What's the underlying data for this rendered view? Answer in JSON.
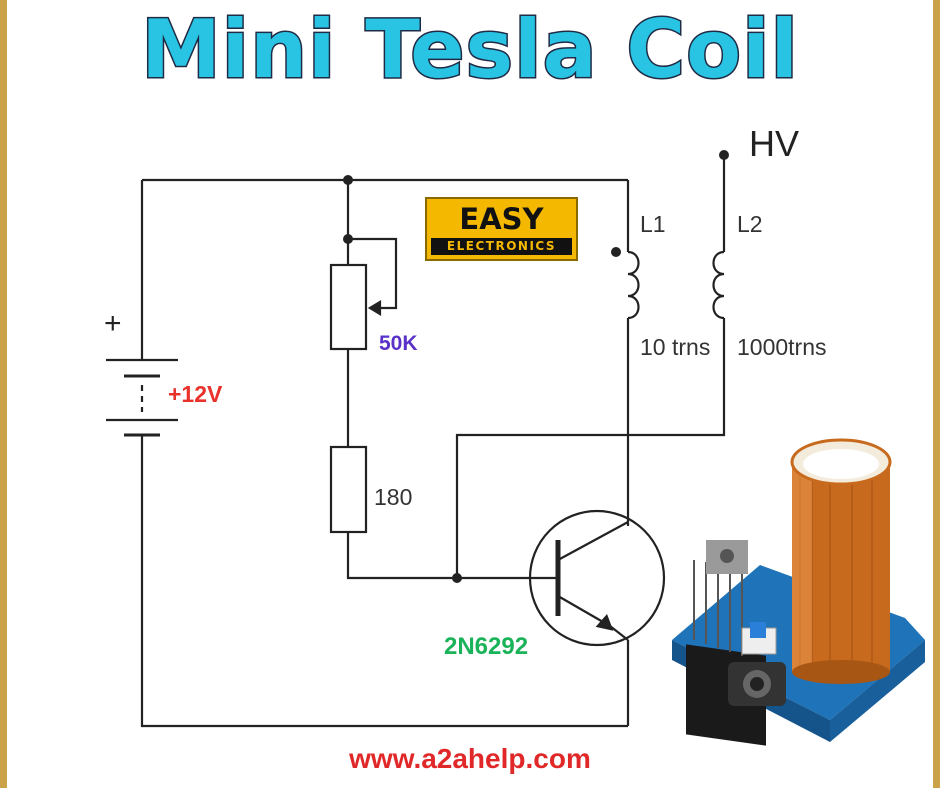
{
  "title": "Mini Tesla Coil",
  "logo": {
    "line1": "EASY",
    "line2": "ELECTRONICS"
  },
  "labels": {
    "hv": "HV",
    "l1": "L1",
    "l2": "L2",
    "l1_turns": "10 trns",
    "l2_turns": "1000trns",
    "resistor": "180",
    "pot": "50K",
    "battery_plus": "+",
    "battery_voltage": "+12V",
    "transistor": "2N6292"
  },
  "website": "www.a2ahelp.com",
  "colors": {
    "title_fill": "#29c3e3",
    "title_outline": "#1f2b44",
    "voltage_label": "#e8322b",
    "pot_label": "#5a32c8",
    "transistor_label": "#1bb35a",
    "website": "#e02828",
    "frame": "#c9a24a",
    "logo_bg": "#f5b800"
  }
}
